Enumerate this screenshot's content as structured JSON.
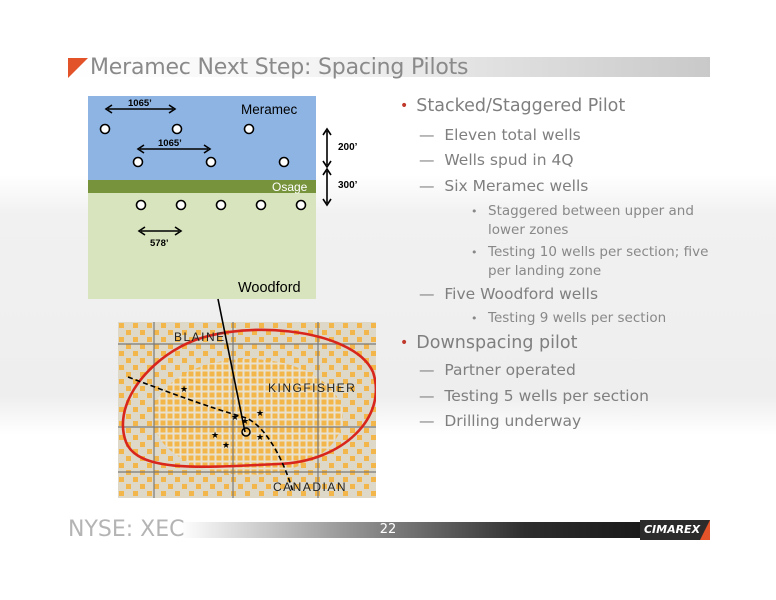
{
  "title": "Meramec Next Step:  Spacing Pilots",
  "diagram": {
    "meramec_label": "Meramec",
    "osage_label": "Osage",
    "woodford_label": "Woodford",
    "dim_top": "1065’",
    "dim_mid": "1065’",
    "dim_bottom": "578’",
    "vert_upper": "200’",
    "vert_lower": "300’"
  },
  "map": {
    "blaine": "BLAINE",
    "kingfisher": "KINGFISHER",
    "canadian": "CANADIAN"
  },
  "bullets": [
    {
      "text": "Stacked/Staggered Pilot"
    },
    {
      "text": "Eleven total wells"
    },
    {
      "text": "Wells spud in 4Q"
    },
    {
      "text": "Six Meramec wells"
    },
    {
      "text": "Staggered between upper and lower zones"
    },
    {
      "text": "Testing 10 wells per section; five per landing zone"
    },
    {
      "text": "Five Woodford wells"
    },
    {
      "text": "Testing 9 wells per section"
    },
    {
      "text": "Downspacing pilot"
    },
    {
      "text": "Partner operated"
    },
    {
      "text": "Testing 5 wells per section"
    },
    {
      "text": "Drilling underway"
    }
  ],
  "footer": {
    "ticker": "NYSE: XEC",
    "page": "22",
    "logo": "CIMAREX"
  },
  "colors": {
    "accent": "#e2532a",
    "meramec_zone": "#8eb4e3",
    "osage_zone": "#77933c",
    "woodford_zone": "#d7e4bd",
    "map_outline": "#d9261c"
  }
}
